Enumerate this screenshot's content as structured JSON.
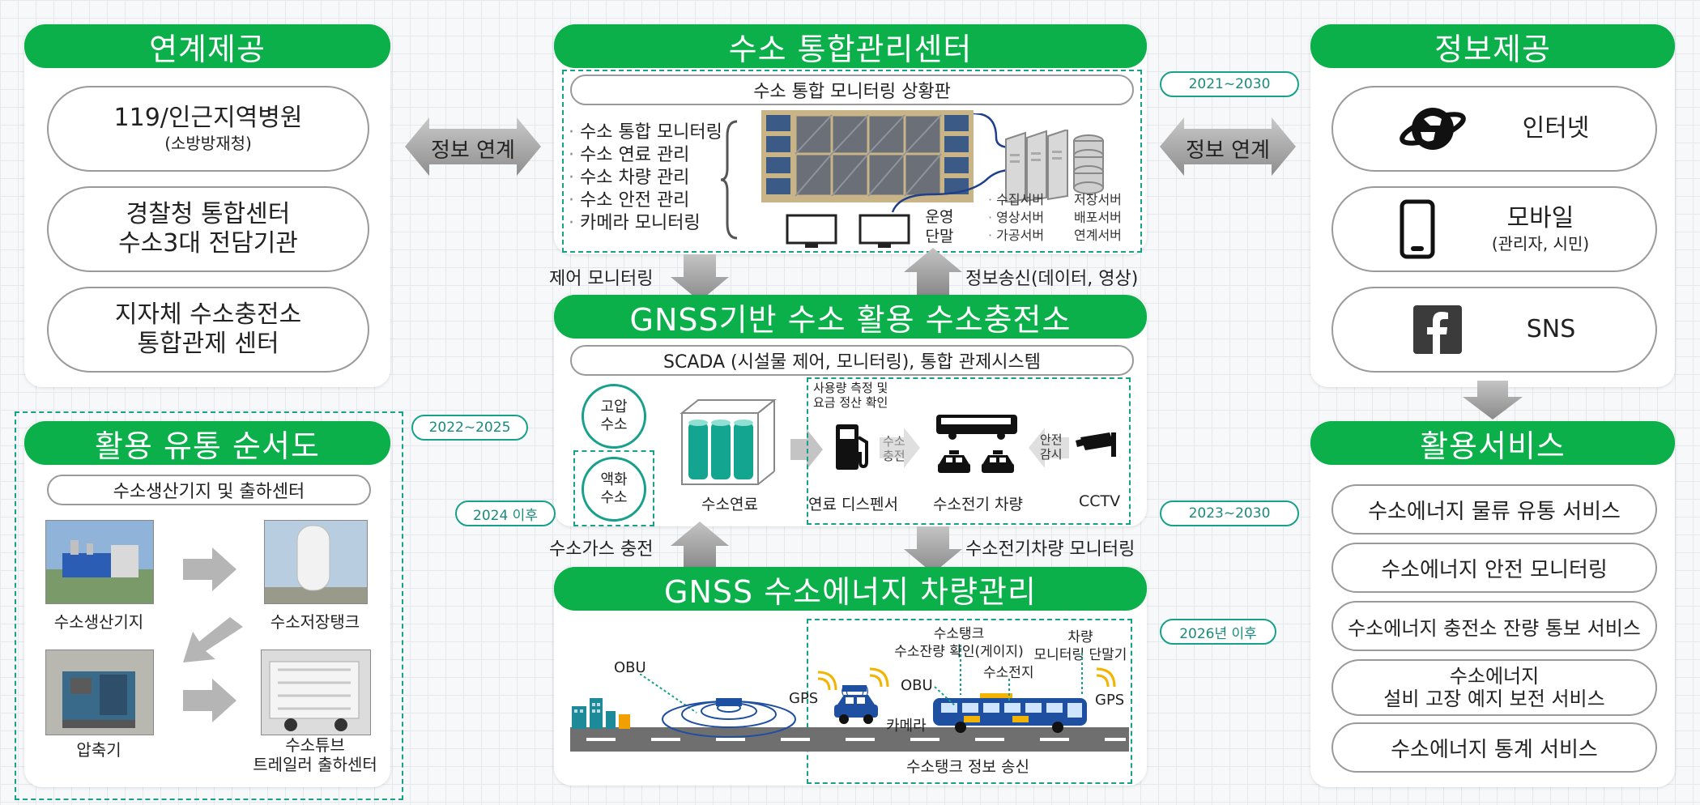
{
  "left": {
    "header": "연계제공",
    "items": [
      {
        "line1": "119/인근지역병원",
        "line2": "(소방방재청)"
      },
      {
        "line1": "경찰청 통합센터",
        "line2": "수소3대 전담기관"
      },
      {
        "line1": "지자체 수소충전소",
        "line2": "통합관제 센터"
      }
    ]
  },
  "link_left": "정보 연계",
  "link_right": "정보 연계",
  "center_top": {
    "header": "수소 통합관리센터",
    "subtitle": "수소 통합 모니터링 상황판",
    "functions": [
      "수소 통합 모니터링",
      "수소 연료 관리",
      "수소 차량 관리",
      "수소 안전 관리",
      "카메라 모니터링"
    ],
    "terminal": [
      "운영",
      "단말"
    ],
    "servers_col1": [
      "수집서버",
      "영상서버",
      "가공서버"
    ],
    "servers_col2": [
      "저장서버",
      "배포서버",
      "연계서버"
    ],
    "year": "2021~2030"
  },
  "flow_control": "제어 모니터링",
  "flow_info": "정보송신(데이터, 영상)",
  "station": {
    "header": "GNSS기반 수소 활용 수소충전소",
    "subtitle": "SCADA (시설물 제어, 모니터링), 통합 관제시스템",
    "high_pressure": [
      "고압",
      "수소"
    ],
    "liquid": [
      "액화",
      "수소"
    ],
    "fuel_label": "수소연료",
    "usage_note": [
      "사용량 측정 및",
      "요금 정산 확인"
    ],
    "charge": [
      "수소",
      "충전"
    ],
    "safety": [
      "안전",
      "감시"
    ],
    "dispenser_label": "연료 디스펜서",
    "vehicle_label": "수소전기 차량",
    "cctv_label": "CCTV",
    "year_left": "2024 이후",
    "year_right": "2023~2030"
  },
  "flow_gas": "수소가스 충전",
  "flow_vehicle": "수소전기차량 모니터링",
  "vehicle_mgmt": {
    "header": "GNSS 수소에너지 차량관리",
    "obu_left": "OBU",
    "gps1": "GPS",
    "obu_mid": "OBU",
    "tank": [
      "수소탱크",
      "수소잔량 확인(게이지)"
    ],
    "fuel_cell": "수소전지",
    "monitor": [
      "차량",
      "모니터링 단말기"
    ],
    "gps2": "GPS",
    "camera": "카메라",
    "tank_send": "수소탱크 정보 송신",
    "year": "2026년 이후"
  },
  "distribution": {
    "year": "2022~2025",
    "header": "활용 유통 순서도",
    "subtitle": "수소생산기지 및 출하센터",
    "production": "수소생산기지",
    "storage": "수소저장탱크",
    "compressor": "압축기",
    "tube": [
      "수소튜브",
      "트레일러 출하센터"
    ]
  },
  "right": {
    "header": "정보제공",
    "items": [
      {
        "label": "인터넷",
        "icon": "globe-icon"
      },
      {
        "label": "모바일",
        "sub": "(관리자, 시민)",
        "icon": "smartphone-icon"
      },
      {
        "label": "SNS",
        "icon": "facebook-icon"
      }
    ]
  },
  "services": {
    "header": "활용서비스",
    "items": [
      "수소에너지 물류 유통 서비스",
      "수소에너지 안전 모니터링",
      "수소에너지 충전소 잔량 통보 서비스",
      "수소에너지",
      "설비 고장 예지 보전 서비스",
      "수소에너지 통계 서비스"
    ]
  },
  "colors": {
    "accent": "#0bb04a",
    "teal": "#18a08a",
    "arrow": "#9b9b9b"
  }
}
